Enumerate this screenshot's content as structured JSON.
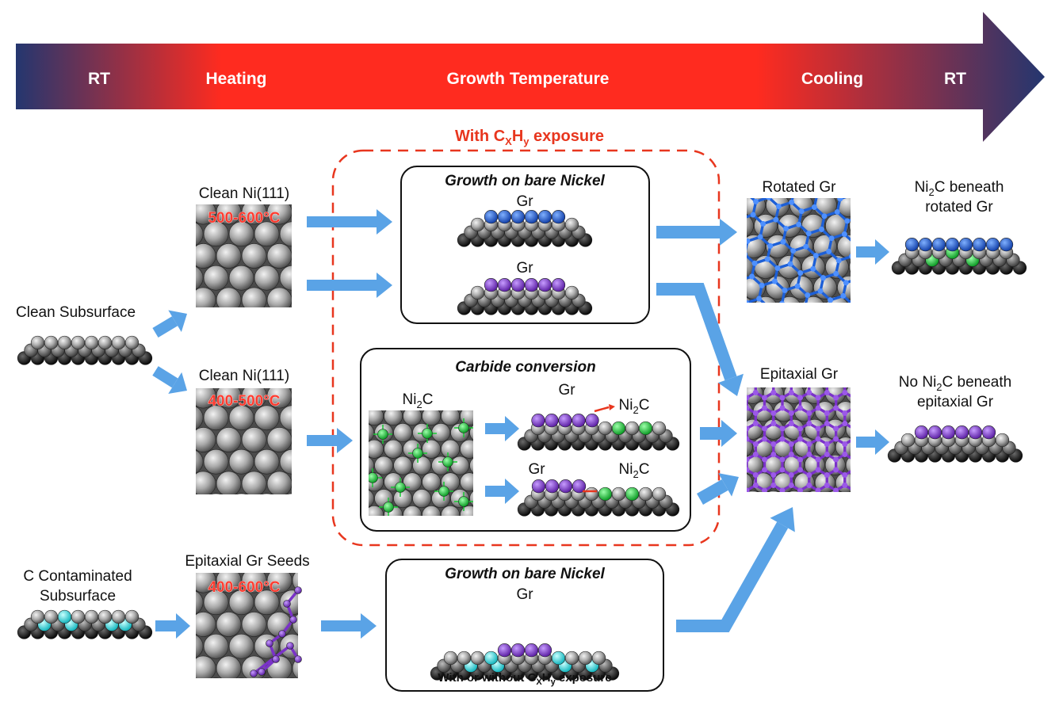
{
  "colors": {
    "arrow_blue": "#5aa3e6",
    "bar_dark": "#24366f",
    "bar_red": "#ff2b1f",
    "dashed_red": "#e8361e",
    "graphene_blue": "#1d5fd6",
    "graphene_purple": "#7a32c8",
    "carbide_green": "#1fcf3a",
    "contaminant_cyan": "#2ee6ee",
    "nickel_light": "#a9a9a9",
    "nickel_mid": "#6a6a6a",
    "nickel_dark": "#1b1b1b"
  },
  "temperature_bar": {
    "stages": [
      "RT",
      "Heating",
      "Growth Temperature",
      "Cooling",
      "RT"
    ]
  },
  "exposure_label": {
    "prefix": "With C",
    "sub1": "X",
    "mid": "H",
    "sub2": "y",
    "suffix": " exposure"
  },
  "left_column": {
    "clean_subsurface": "Clean Subsurface",
    "contaminated_line1": "C Contaminated",
    "contaminated_line2": "Subsurface"
  },
  "heating_column": {
    "top_title": "Clean Ni(111)",
    "top_temp": "500-600°C",
    "mid_title": "Clean Ni(111)",
    "mid_temp": "400-500°C",
    "bottom_title": "Epitaxial Gr Seeds",
    "bottom_temp": "400-600°C"
  },
  "growth_box_top": {
    "title": "Growth on bare Nickel",
    "label_1": "Gr",
    "label_2": "Gr"
  },
  "carbide_box": {
    "title": "Carbide conversion",
    "ni2c_base": "Ni",
    "ni2c_sub": "2",
    "ni2c_tail": "C",
    "gr_1": "Gr",
    "gr_2": "Gr"
  },
  "growth_box_bottom": {
    "title": "Growth on bare Nickel",
    "gr": "Gr",
    "caption_prefix": "With or without C",
    "caption_sub1": "X",
    "caption_mid": "H",
    "caption_sub2": "y",
    "caption_suffix": " exposure"
  },
  "results": {
    "rotated_title": "Rotated Gr",
    "rotated_result_line1_base": "Ni",
    "rotated_result_line1_sub": "2",
    "rotated_result_line1_tail": "C beneath",
    "rotated_result_line2": "rotated Gr",
    "epitaxial_title": "Epitaxial Gr",
    "epitaxial_result_line1_pre": "No Ni",
    "epitaxial_result_line1_sub": "2",
    "epitaxial_result_line1_tail": "C beneath",
    "epitaxial_result_line2": "epitaxial Gr"
  }
}
